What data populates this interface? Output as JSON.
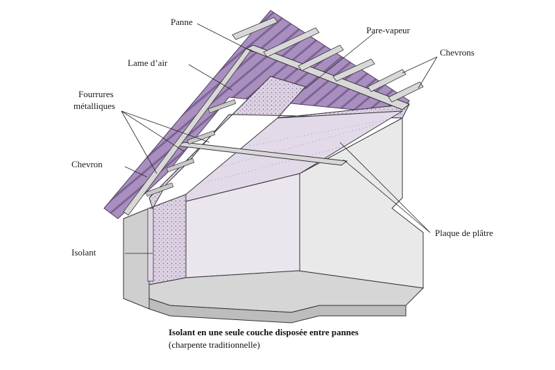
{
  "labels": {
    "panne": "Panne",
    "pare_vapeur": "Pare-vapeur",
    "chevrons": "Chevrons",
    "lame_air": "Lame d’air",
    "fourrures_line1": "Fourrures",
    "fourrures_line2": "métalliques",
    "chevron": "Chevron",
    "isolant": "Isolant",
    "plaque_platre": "Plaque de plâtre"
  },
  "caption": {
    "title": "Isolant en une seule couche disposée entre pannes",
    "subtitle": "(charpente traditionnelle)"
  },
  "colors": {
    "roof_purple": "#a98fbf",
    "roof_purple_dark": "#7d6494",
    "drywall": "#e3dae9",
    "insulation": "#dcd0e2",
    "beam": "#d8d8d8",
    "wall": "#e6e6e6",
    "floor": "#d4d4d4"
  }
}
